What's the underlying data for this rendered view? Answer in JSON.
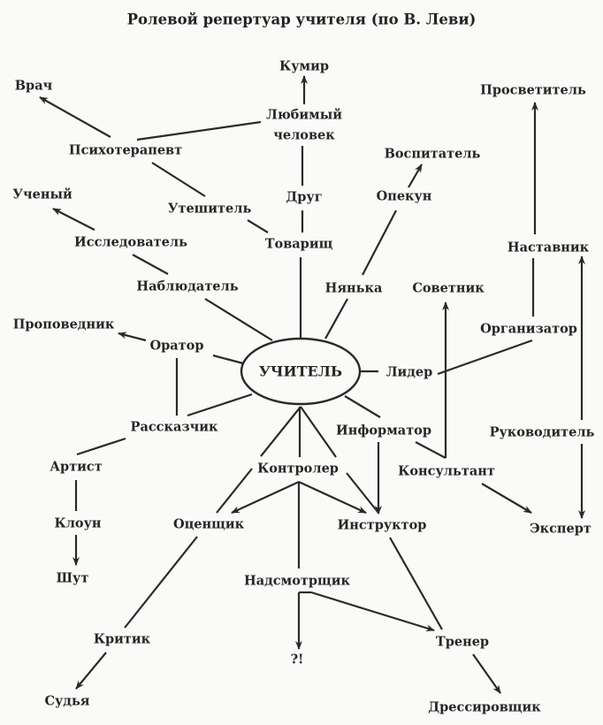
{
  "title": "Ролевой репертуар учителя (по В. Леви)",
  "center": "УЧИТЕЛЬ",
  "nodes": {
    "kumir": "Кумир",
    "vrach": "Врач",
    "prosvetitel": "Просветитель",
    "lyubimy1": "Любимый",
    "lyubimy2": "человек",
    "psikhoterapevt": "Психотерапевт",
    "vospitatel": "Воспитатель",
    "ucheny": "Ученый",
    "drug": "Друг",
    "opekun": "Опекун",
    "uteshitel": "Утешитель",
    "issledovatel": "Исследователь",
    "tovarishch": "Товарищ",
    "nastavnik": "Наставник",
    "nablyudatel": "Наблюдатель",
    "nyanka": "Нянька",
    "sovetnik": "Советник",
    "propovednik": "Проповедник",
    "organizator": "Организатор",
    "orator": "Оратор",
    "lider": "Лидер",
    "rasskazchik": "Рассказчик",
    "informator": "Информатор",
    "rukovoditel": "Руководитель",
    "artist": "Артист",
    "kontroler": "Контролер",
    "konsultant": "Консультант",
    "kloun": "Клоун",
    "otsenshchik": "Оценщик",
    "instruktor": "Инструктор",
    "ekspert": "Эксперт",
    "shut": "Шут",
    "nadsmotrshchik": "Надсмотрщик",
    "kritik": "Критик",
    "trener": "Тренер",
    "question": "?!",
    "sudya": "Судья",
    "dressirovshchik": "Дрессировщик"
  },
  "colors": {
    "ink": "#2a2a2a",
    "paper": "#fafaf8"
  }
}
